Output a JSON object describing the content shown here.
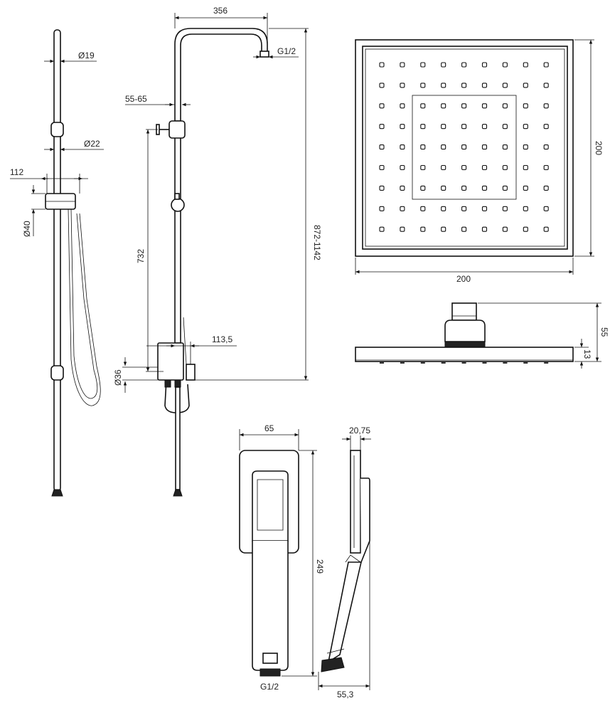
{
  "dimensions": {
    "d19": "Ø19",
    "d22": "Ø22",
    "w112": "112",
    "d40": "Ø40",
    "w356": "356",
    "g12_top": "G1/2",
    "r5565": "55-65",
    "h732": "732",
    "h872_1142": "872-1142",
    "w113_5": "113,5",
    "d36": "Ø36",
    "head_w200": "200",
    "head_h200": "200",
    "h55": "55",
    "h13": "13",
    "w65": "65",
    "w20_75": "20,75",
    "h249": "249",
    "g12_bottom": "G1/2",
    "w55_3": "55,3"
  }
}
